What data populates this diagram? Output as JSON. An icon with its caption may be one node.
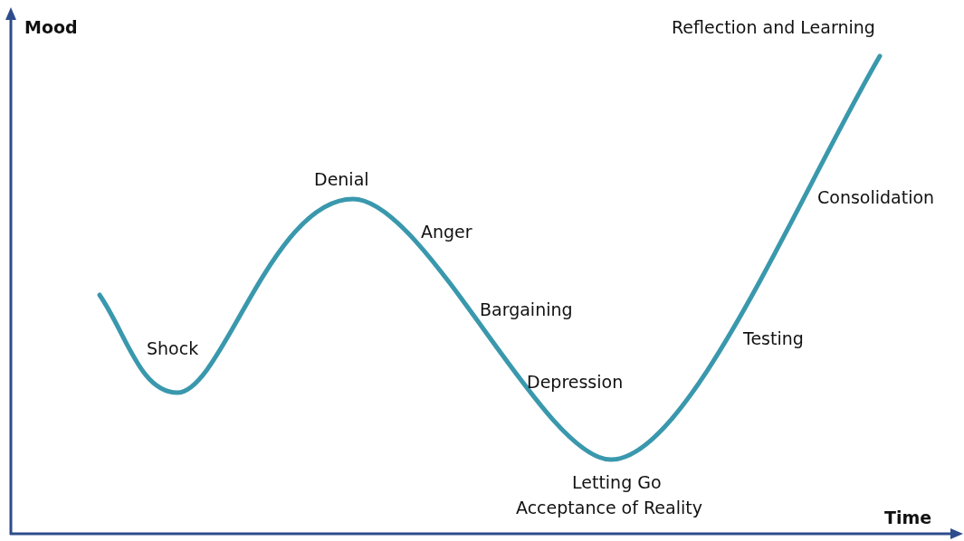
{
  "diagram": {
    "labels": [
      "Mood",
      "Reflection and Learning",
      "Denial",
      "Consolidation",
      "Anger",
      "Bargaining",
      "Shock",
      "Testing",
      "Depression",
      "Letting Go",
      "Acceptance of Reality",
      "Time"
    ]
  }
}
